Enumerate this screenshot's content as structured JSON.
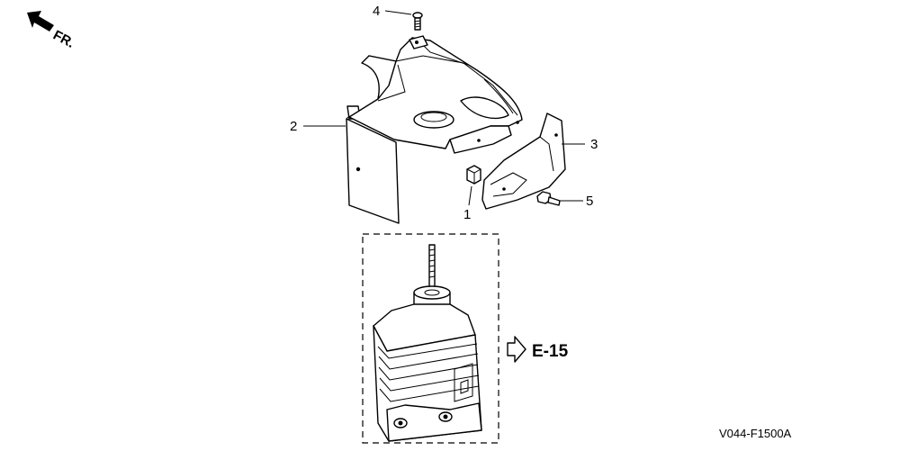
{
  "orientation": {
    "label": "FR."
  },
  "callouts": [
    {
      "id": "1",
      "label": "1"
    },
    {
      "id": "2",
      "label": "2"
    },
    {
      "id": "3",
      "label": "3"
    },
    {
      "id": "4",
      "label": "4"
    },
    {
      "id": "5",
      "label": "5"
    }
  ],
  "reference": {
    "label": "E-15"
  },
  "diagram_code": "V044-F1500A"
}
